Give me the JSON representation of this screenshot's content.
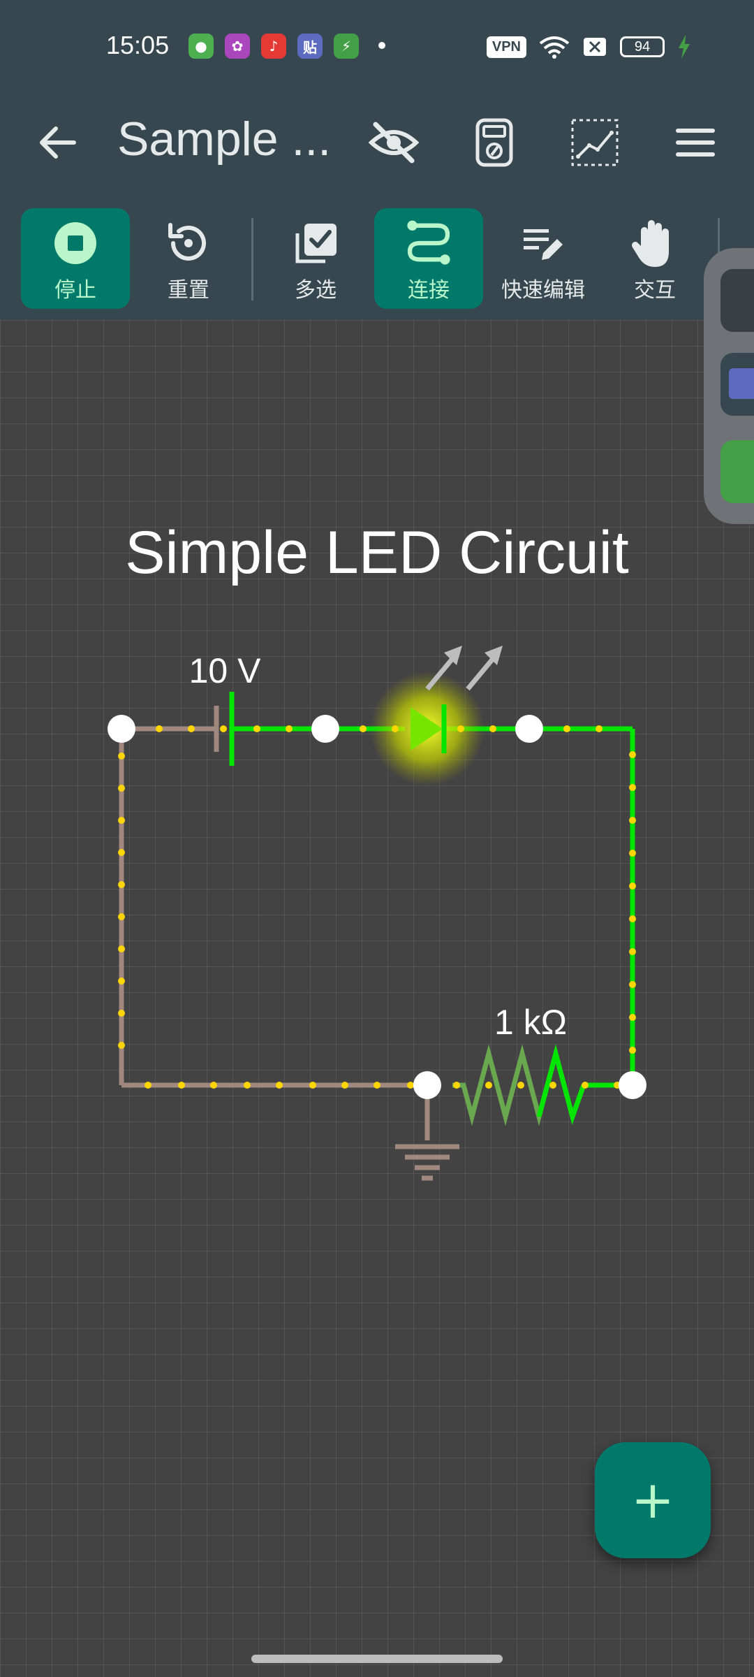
{
  "status": {
    "time": "15:05",
    "apps": [
      {
        "name": "app-icon-1",
        "glyph": "●",
        "color": "#4caf50"
      },
      {
        "name": "app-icon-2",
        "glyph": "✿",
        "color": "#ab47bc"
      },
      {
        "name": "music-app-icon",
        "glyph": "♪",
        "color": "#e53935"
      },
      {
        "name": "tieba-app-icon",
        "glyph": "贴",
        "color": "#5c6bc0"
      },
      {
        "name": "security-app-icon",
        "glyph": "⚡",
        "color": "#43a047"
      }
    ],
    "vpn": "VPN",
    "battery": "94"
  },
  "appbar": {
    "title": "Sample ..."
  },
  "toolbar": {
    "stop": "停止",
    "reset": "重置",
    "multiselect": "多选",
    "connect": "连接",
    "quick_edit": "快速编辑",
    "interact": "交互"
  },
  "circuit": {
    "title": "Simple LED Circuit",
    "battery_label": "10 V",
    "resistor_label": "1 kΩ"
  },
  "fab": {
    "label": "+"
  },
  "colors": {
    "bar": "#37474f",
    "accent": "#00796b",
    "accent_light": "#b9f6ca",
    "wire_active": "#00e600",
    "wire_idle": "#a1887f",
    "current_dot": "#ffd600"
  }
}
